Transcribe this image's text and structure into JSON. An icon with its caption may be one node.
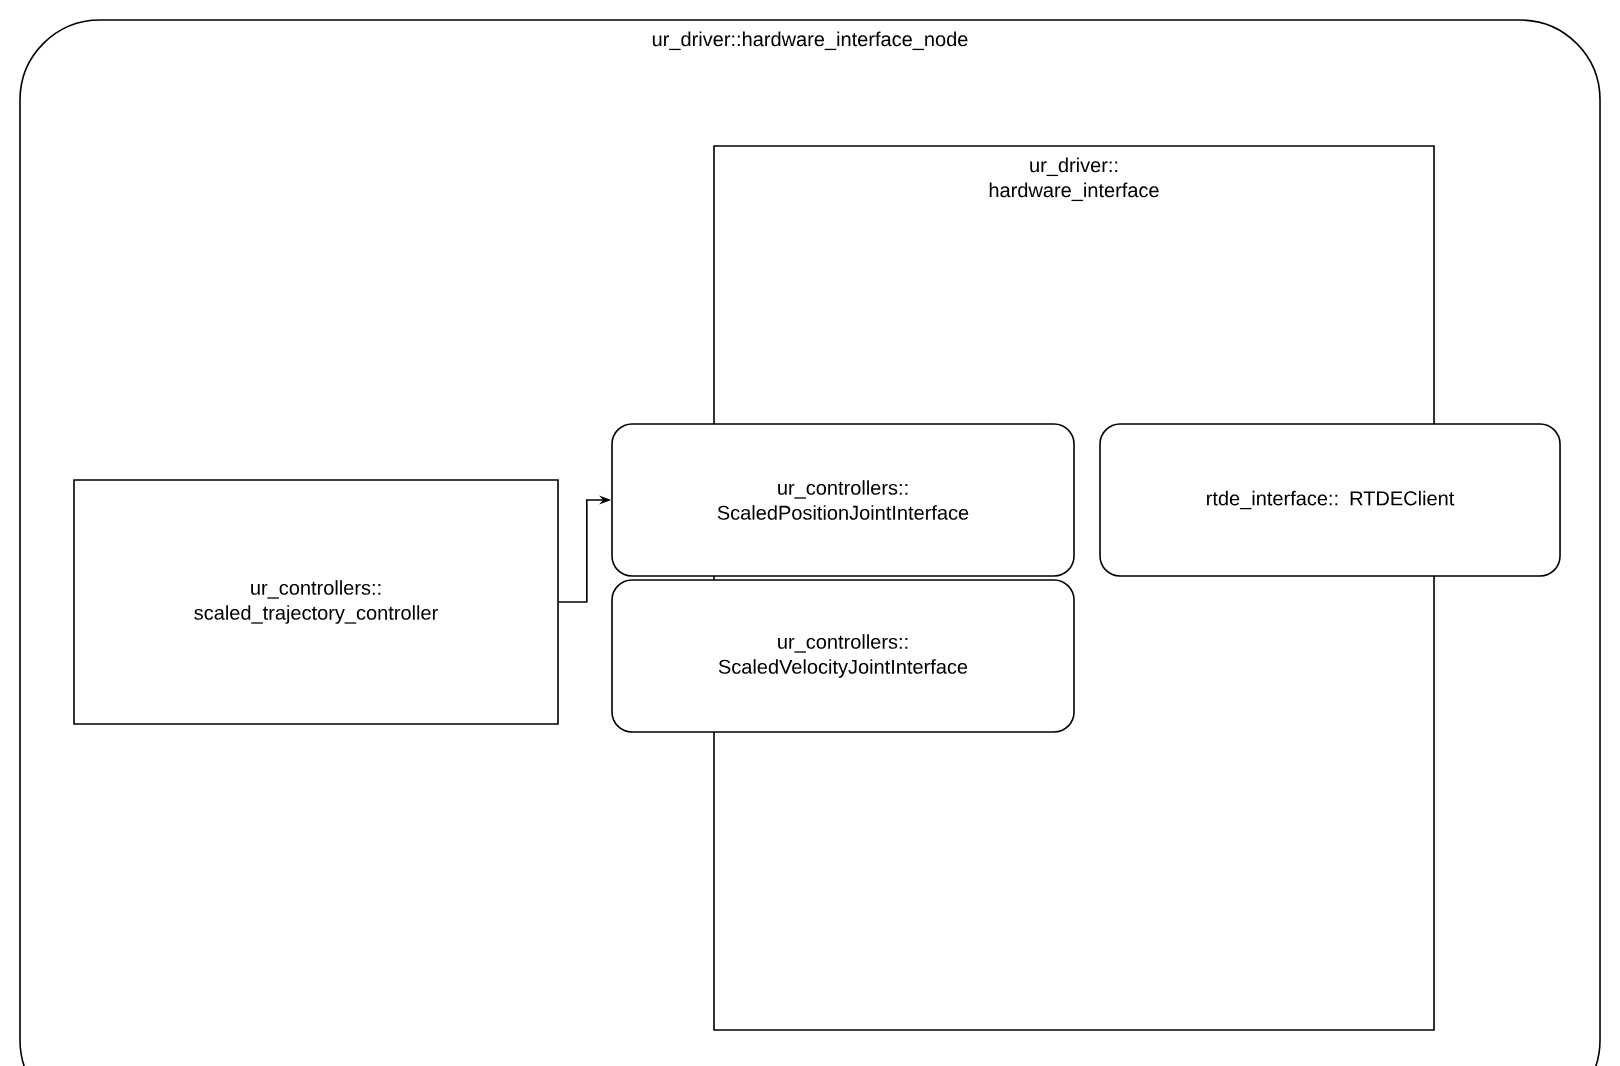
{
  "diagram": {
    "nodes": [
      {
        "text": [
          "ur_driver::hardware_interface_node"
        ]
      },
      {
        "text": [
          "ur_driver:: hardware_interface"
        ],
        "in": 0
      },
      {
        "text": [
          "ur_controllers:: scaled_trajectory_controller"
        ],
        "in": 0
      },
      {
        "text": [
          "ur_controllers:: ScaledPositionJointInterface"
        ],
        "in": 0
      },
      {
        "text": [
          "ur_controllers:: ScaledVelocityJointInterface"
        ],
        "in": 0
      },
      {
        "text": [
          "rtde_interface:: RTDEClient"
        ],
        "in": 0
      }
    ],
    "edges": [
      {
        "from": 2,
        "to": 3,
        "arrow": "to"
      }
    ]
  }
}
